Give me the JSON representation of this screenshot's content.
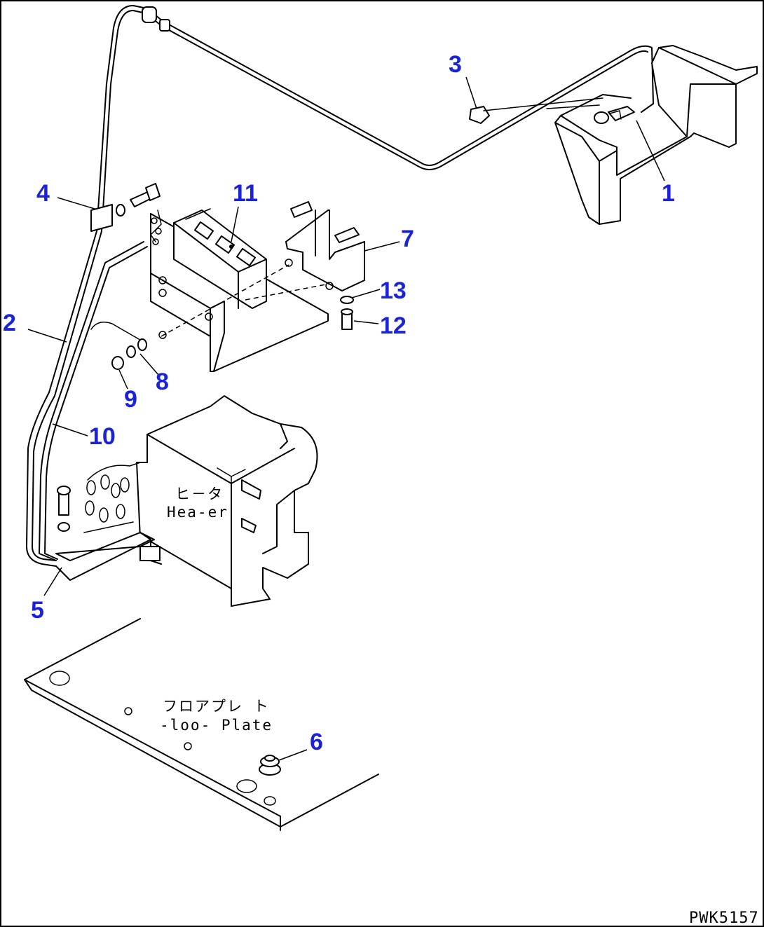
{
  "callouts": {
    "c1": "1",
    "c2": "2",
    "c3": "3",
    "c4": "4",
    "c5": "5",
    "c6": "6",
    "c7": "7",
    "c8": "8",
    "c9": "9",
    "c10": "10",
    "c11": "11",
    "c12": "12",
    "c13": "13"
  },
  "labels": {
    "heater_jp": "ヒ－タ",
    "heater_en": "Hea-er",
    "floor_jp": "フロアプレ ト",
    "floor_en": "-loo- Plate"
  },
  "drawing_code": "PWK5157",
  "colors": {
    "callout": "#1a23d8",
    "line": "#000000",
    "background": "#ffffff"
  }
}
